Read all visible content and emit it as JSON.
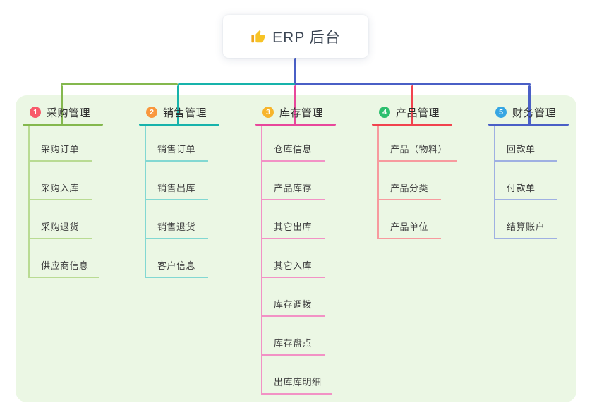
{
  "root": {
    "label": "ERP 后台",
    "icon": "thumbs-up-icon",
    "icon_color": "#f7c325",
    "connector_color": "#4a5fc6"
  },
  "panel": {
    "background": "#ebf7e4"
  },
  "branches": [
    {
      "num": "1",
      "title": "采购管理",
      "badge_color": "#f85a6a",
      "line_color": "#84b84e",
      "child_line_color": "#b9db93",
      "children": [
        "采购订单",
        "采购入库",
        "采购退货",
        "供应商信息"
      ]
    },
    {
      "num": "2",
      "title": "销售管理",
      "badge_color": "#f9973d",
      "line_color": "#17b3ab",
      "child_line_color": "#82d8d2",
      "children": [
        "销售订单",
        "销售出库",
        "销售退货",
        "客户信息"
      ]
    },
    {
      "num": "3",
      "title": "库存管理",
      "badge_color": "#f7b52c",
      "line_color": "#e8479b",
      "child_line_color": "#f292c5",
      "children": [
        "仓库信息",
        "产品库存",
        "其它出库",
        "其它入库",
        "库存调拨",
        "库存盘点",
        "出库库明细"
      ]
    },
    {
      "num": "4",
      "title": "产品管理",
      "badge_color": "#2dbf6e",
      "line_color": "#f1434e",
      "child_line_color": "#f79a9e",
      "children": [
        "产品（物料）",
        "产品分类",
        "产品单位"
      ]
    },
    {
      "num": "5",
      "title": "财务管理",
      "badge_color": "#36a6e3",
      "line_color": "#4a5fc6",
      "child_line_color": "#9fb0e2",
      "children": [
        "回款单",
        "付款单",
        "结算账户"
      ]
    }
  ]
}
